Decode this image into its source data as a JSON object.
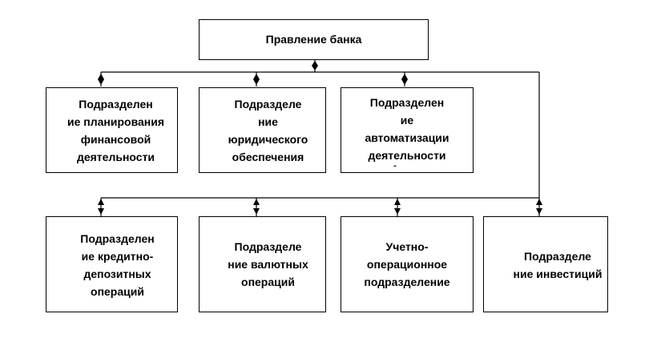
{
  "diagram": {
    "title": "Правление банка",
    "row1": [
      "Подразделен\nие планирования\nфинансовой\nдеятельности",
      "Подразделе\nние\nюридического\nобеспечения",
      "Подразделен\nие\nавтоматизации\nдеятельности"
    ],
    "row2": [
      "Подразделен\nие кредитно-\nдепозитных\nопераций",
      "Подразделе\nние валютных\nопераций",
      "Учетно-\nоперационное\nподразделение",
      "Подразделе\nние инвестиций"
    ],
    "stray_mark": "-"
  }
}
